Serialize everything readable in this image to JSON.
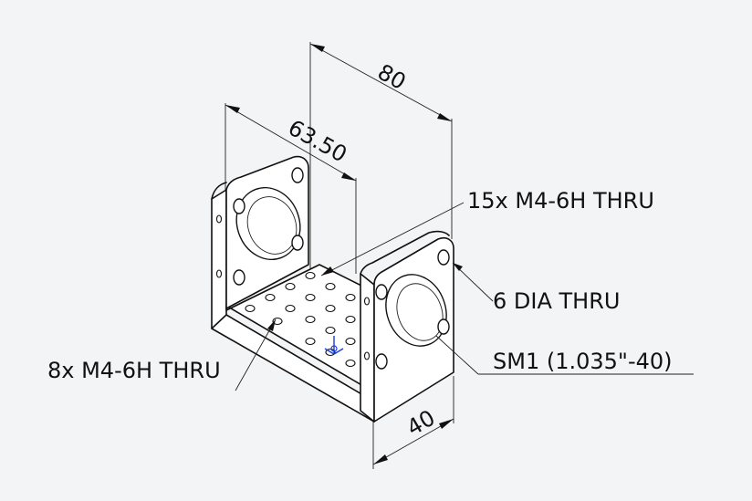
{
  "dimensions": {
    "overall_width": "80",
    "hole_spacing": "63.50",
    "depth": "40"
  },
  "callouts": {
    "top_holes": "15x M4-6H THRU",
    "side_holes": "6 DIA THRU",
    "thread": "SM1 (1.035\"-40)",
    "bottom_holes": "8x M4-6H THRU"
  },
  "colors": {
    "line": "#111111",
    "background": "#f3f4f6",
    "origin_axis": "#1a3fd6"
  }
}
